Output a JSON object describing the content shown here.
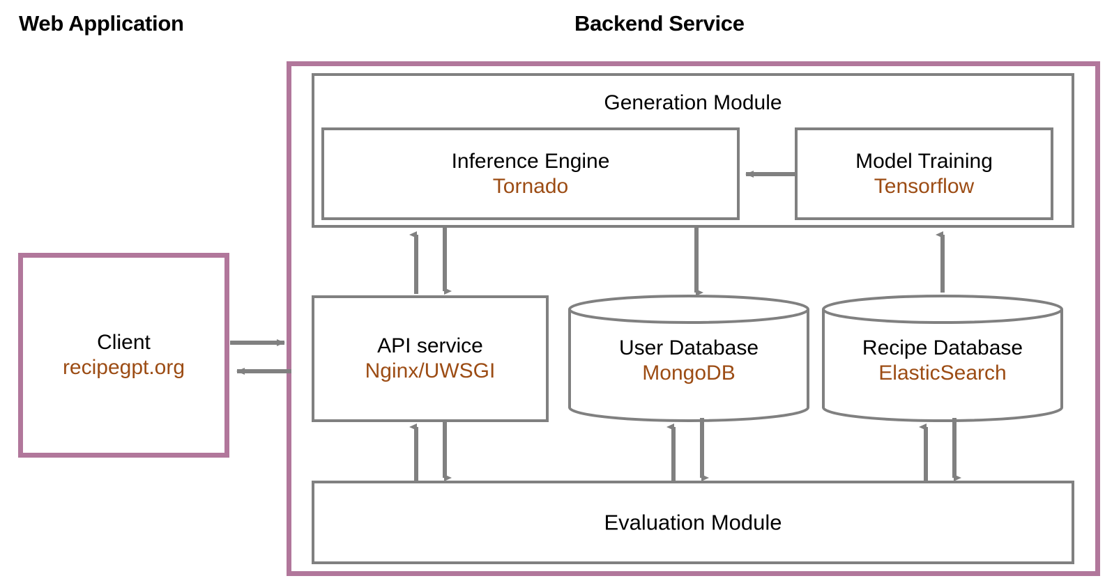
{
  "diagram": {
    "title_web": "Web Application",
    "title_backend": "Backend Service",
    "colors": {
      "boundary": "#b1779b",
      "box_border": "#808080",
      "tech_text": "#9c4c14",
      "label_text": "#000000",
      "arrow": "#808080",
      "background": "#ffffff"
    }
  },
  "web_application": {
    "client": {
      "name": "Client",
      "tech": "recipegpt.org"
    }
  },
  "backend": {
    "generation_module": {
      "title": "Generation Module",
      "children": [
        {
          "name": "Inference Engine",
          "tech": "Tornado"
        },
        {
          "name": "Model Training",
          "tech": "Tensorflow"
        }
      ]
    },
    "api_service": {
      "name": "API service",
      "tech": "Nginx/UWSGI"
    },
    "user_database": {
      "name": "User Database",
      "tech": "MongoDB"
    },
    "recipe_database": {
      "name": "Recipe Database",
      "tech": "ElasticSearch"
    },
    "evaluation_module": {
      "title": "Evaluation Module"
    }
  },
  "connections": [
    {
      "from": "Client",
      "to": "Backend Service",
      "direction": "right"
    },
    {
      "from": "Backend Service",
      "to": "Client",
      "direction": "left"
    },
    {
      "from": "Model Training",
      "to": "Inference Engine",
      "direction": "left"
    },
    {
      "from": "API service",
      "to": "Generation Module",
      "direction": "up"
    },
    {
      "from": "Generation Module",
      "to": "API service",
      "direction": "down"
    },
    {
      "from": "Generation Module",
      "to": "User Database",
      "direction": "down"
    },
    {
      "from": "Recipe Database",
      "to": "Generation Module",
      "direction": "up"
    },
    {
      "from": "Evaluation Module",
      "to": "API service",
      "direction": "up"
    },
    {
      "from": "API service",
      "to": "Evaluation Module",
      "direction": "down"
    },
    {
      "from": "Evaluation Module",
      "to": "User Database",
      "direction": "up"
    },
    {
      "from": "User Database",
      "to": "Evaluation Module",
      "direction": "down"
    },
    {
      "from": "Evaluation Module",
      "to": "Recipe Database",
      "direction": "up"
    },
    {
      "from": "Recipe Database",
      "to": "Evaluation Module",
      "direction": "down"
    }
  ]
}
